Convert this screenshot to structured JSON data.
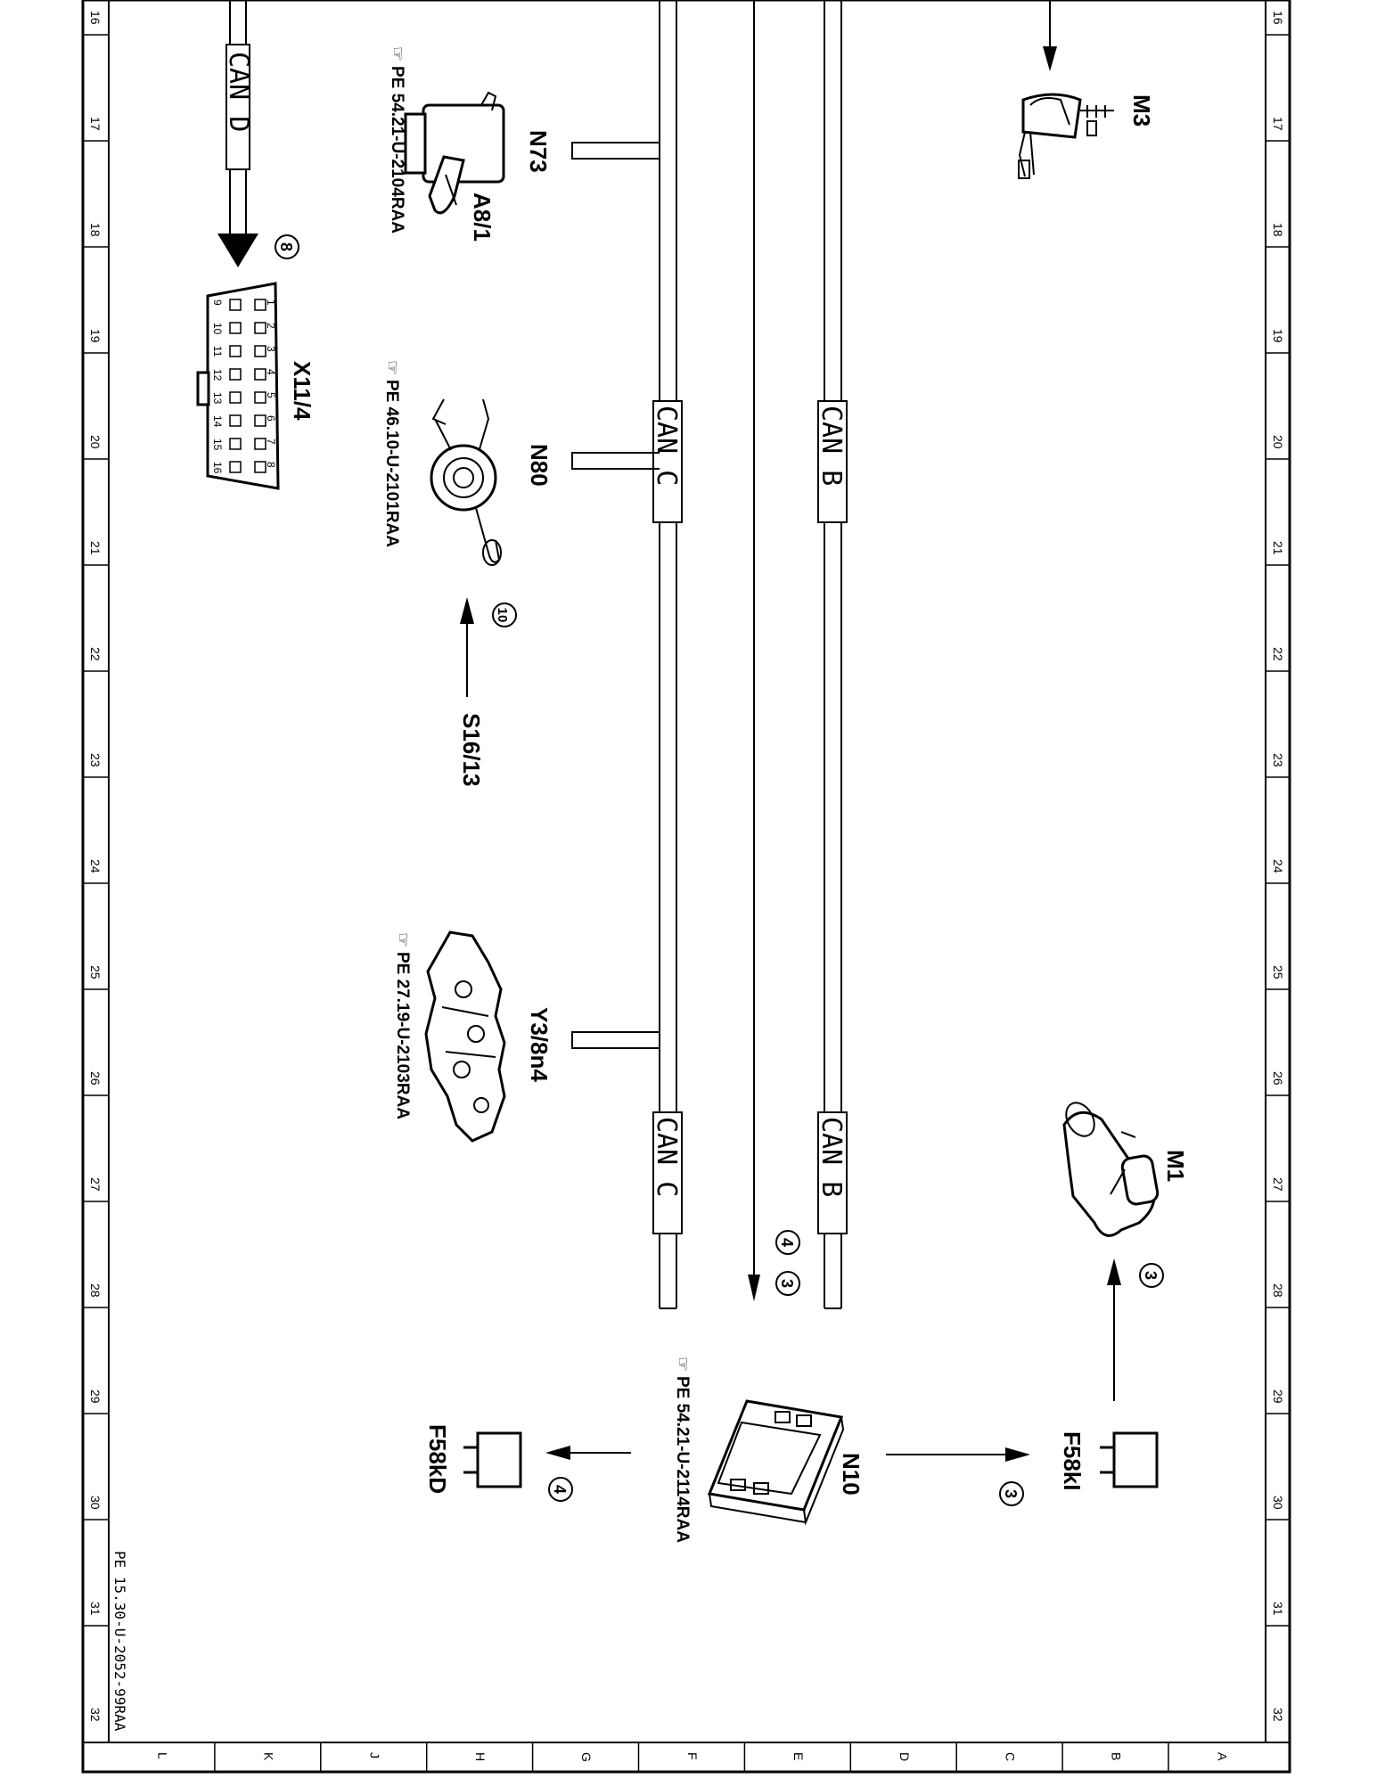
{
  "frame": {
    "row_numbers": [
      "16",
      "17",
      "18",
      "19",
      "20",
      "21",
      "22",
      "23",
      "24",
      "25",
      "26",
      "27",
      "28",
      "29",
      "30",
      "31",
      "32"
    ],
    "col_letters": [
      "L",
      "K",
      "J",
      "H",
      "G",
      "F",
      "E",
      "D",
      "C",
      "B",
      "A"
    ]
  },
  "document_id": "PE 15.30-U-2052-99RAA",
  "buses": {
    "can_d": "CAN D",
    "can_c": "CAN C",
    "can_b": "CAN B"
  },
  "components": {
    "n73": "N73",
    "a8_1": "A8/1",
    "n73_ref": "PE 54.21-U-2104RAA",
    "x11_4": "X11/4",
    "n80": "N80",
    "n80_ref": "PE 46.10-U-2101RAA",
    "s16_13": "S16/13",
    "y3_8n4": "Y3/8n4",
    "y3_8n4_ref": "PE 27.19-U-2103RAA",
    "n10": "N10",
    "n10_ref": "PE 54.21-U-2114RAA",
    "f58kd": "F58kD",
    "f58ki": "F58kI",
    "m1": "M1",
    "m3": "M3"
  },
  "connector_pins": [
    "1",
    "2",
    "3",
    "4",
    "5",
    "6",
    "7",
    "8",
    "9",
    "10",
    "11",
    "12",
    "13",
    "14",
    "15",
    "16"
  ],
  "markers": {
    "m8": "8",
    "m10": "10",
    "m4": "4",
    "m3": "3"
  }
}
